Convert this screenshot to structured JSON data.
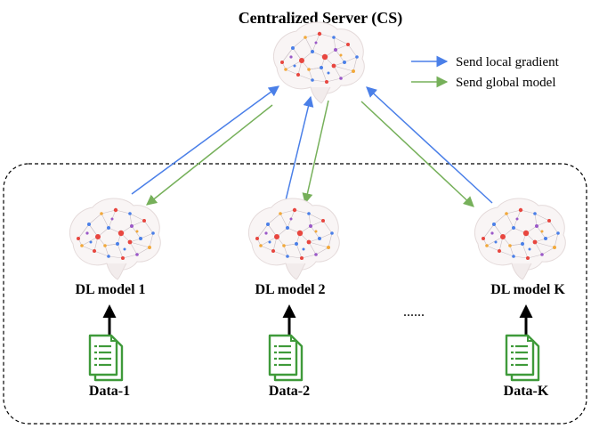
{
  "server": {
    "title": "Centralized Server (CS)"
  },
  "legend": {
    "send_local_gradient": "Send local gradient",
    "send_global_model": "Send global model"
  },
  "clients": [
    {
      "model_label": "DL model 1",
      "data_label": "Data-1"
    },
    {
      "model_label": "DL model 2",
      "data_label": "Data-2"
    },
    {
      "model_label": "DL model K",
      "data_label": "Data-K"
    }
  ],
  "ellipsis": "......",
  "colors": {
    "gradient_arrow": "#4a7fe8",
    "global_arrow": "#76b05a",
    "document_icon": "#3f9a3a",
    "upload_arrow": "#000000",
    "client_region_border": "#000000"
  },
  "icons": {
    "server": "brain-network-icon",
    "client": "brain-network-icon",
    "data": "document-icon"
  }
}
